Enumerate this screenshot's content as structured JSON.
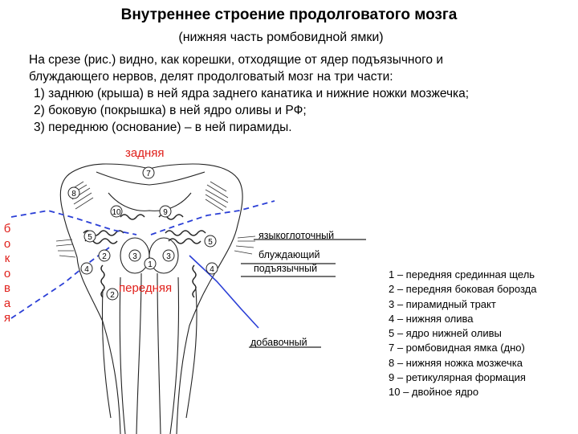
{
  "title": "Внутреннее строение продолговатого мозга",
  "subtitle": "(нижняя часть ромбовидной ямки)",
  "intro": [
    "На срезе (рис.) видно, как корешки, отходящие от ядер подъязычного и",
    "блуждающего нервов, делят продолговатый мозг на три части:"
  ],
  "parts": [
    "1) заднюю (крыша) в ней ядра заднего канатика и нижние ножки мозжечка;",
    "2) боковую (покрышка) в ней ядро оливы и РФ;",
    "3) переднюю (основание) – в ней пирамиды."
  ],
  "diagram": {
    "posterior_label": "задняя",
    "anterior_label": "передняя",
    "lateral_label_letters": [
      "б",
      "о",
      "к",
      "о",
      "в",
      "а",
      "я"
    ],
    "nerve_labels": [
      "языкоглоточный",
      "блуждающий",
      "подъязычный",
      "добавочный"
    ],
    "callout_numbers": [
      "7",
      "8",
      "10",
      "9",
      "5",
      "5",
      "3",
      "3",
      "2",
      "2",
      "1",
      "4",
      "4"
    ],
    "colors": {
      "boundary_lines": "#2b3fd6",
      "region_labels": "#e0201b"
    }
  },
  "legend": [
    "1 – передняя срединная щель",
    "2 – передняя боковая борозда",
    "3 – пирамидный тракт",
    "4 – нижняя олива",
    "5 – ядро нижней оливы",
    "7 – ромбовидная ямка (дно)",
    "8 – нижняя ножка мозжечка",
    "9 – ретикулярная формация",
    "10 – двойное ядро"
  ]
}
